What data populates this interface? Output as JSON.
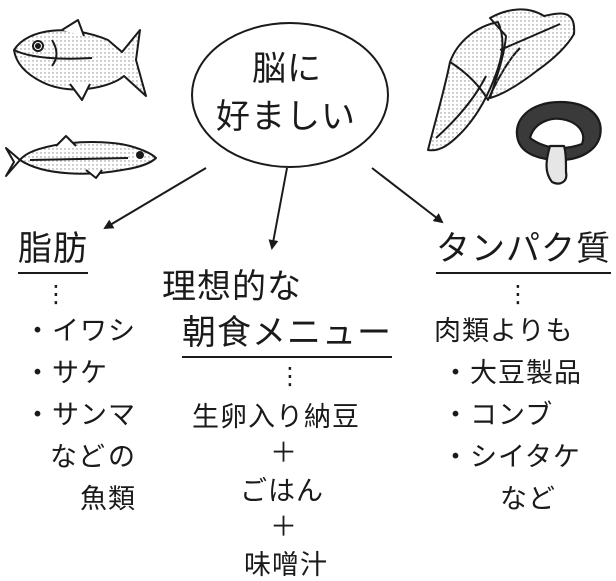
{
  "center": {
    "line1": "脳に",
    "line2": "好ましい"
  },
  "left": {
    "heading": "脂肪",
    "ellipsis": "⋮",
    "items": [
      "・イワシ",
      "・サケ",
      "・サンマ",
      "など",
      "の",
      "魚類"
    ]
  },
  "middle": {
    "heading_line1": "理想的な",
    "heading_line2": "朝食メニュー",
    "ellipsis": "⋮",
    "items": [
      "生卵入り納豆",
      "＋",
      "ごはん",
      "＋",
      "味噌汁"
    ]
  },
  "right": {
    "heading": "タンパク質",
    "ellipsis": "⋮",
    "items": [
      "肉類よりも",
      "・大豆製品",
      "・コンブ",
      "・シイタケ",
      "など"
    ]
  },
  "icons": [
    "tuna-fish-icon",
    "sardine-fish-icon",
    "kelp-icon",
    "shiitake-mushroom-icon"
  ]
}
